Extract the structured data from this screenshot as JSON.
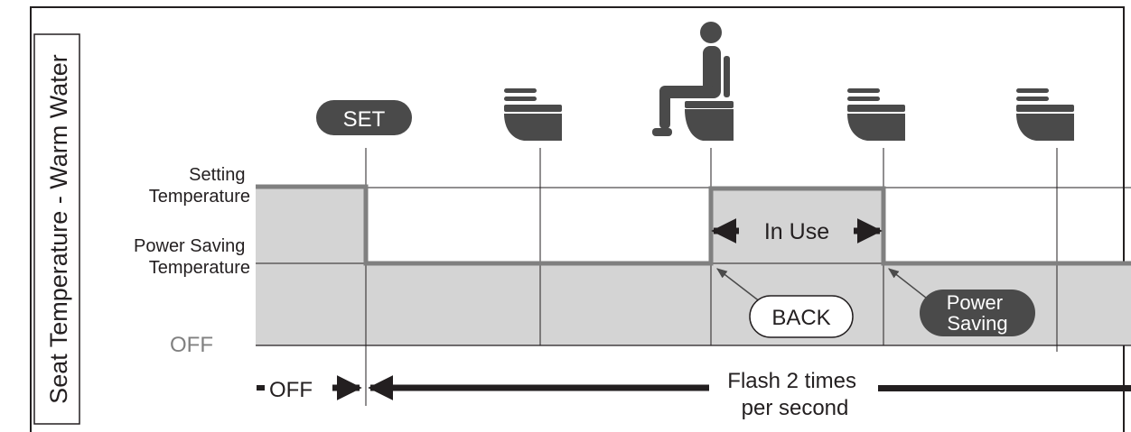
{
  "diagram": {
    "y_axis_title": "Seat Temperature - Warm Water",
    "levels": {
      "setting": [
        "Setting",
        "Temperature"
      ],
      "power_saving": [
        "Power Saving",
        "Temperature"
      ],
      "off": "OFF"
    },
    "events": {
      "set_label": "SET",
      "in_use_label": "In Use",
      "back_label": "BACK",
      "power_saving_label": [
        "Power",
        "Saving"
      ]
    },
    "indicator": {
      "off_label": "OFF",
      "flash_label": [
        "Flash 2 times",
        "per second"
      ]
    },
    "icons": [
      "set-button-icon",
      "toilet-icon",
      "person-seated-icon",
      "toilet-icon",
      "toilet-icon"
    ],
    "colors": {
      "line": "#808080",
      "fill": "#d4d4d4",
      "dark": "#4a4a4a",
      "ink": "#231f20"
    }
  }
}
